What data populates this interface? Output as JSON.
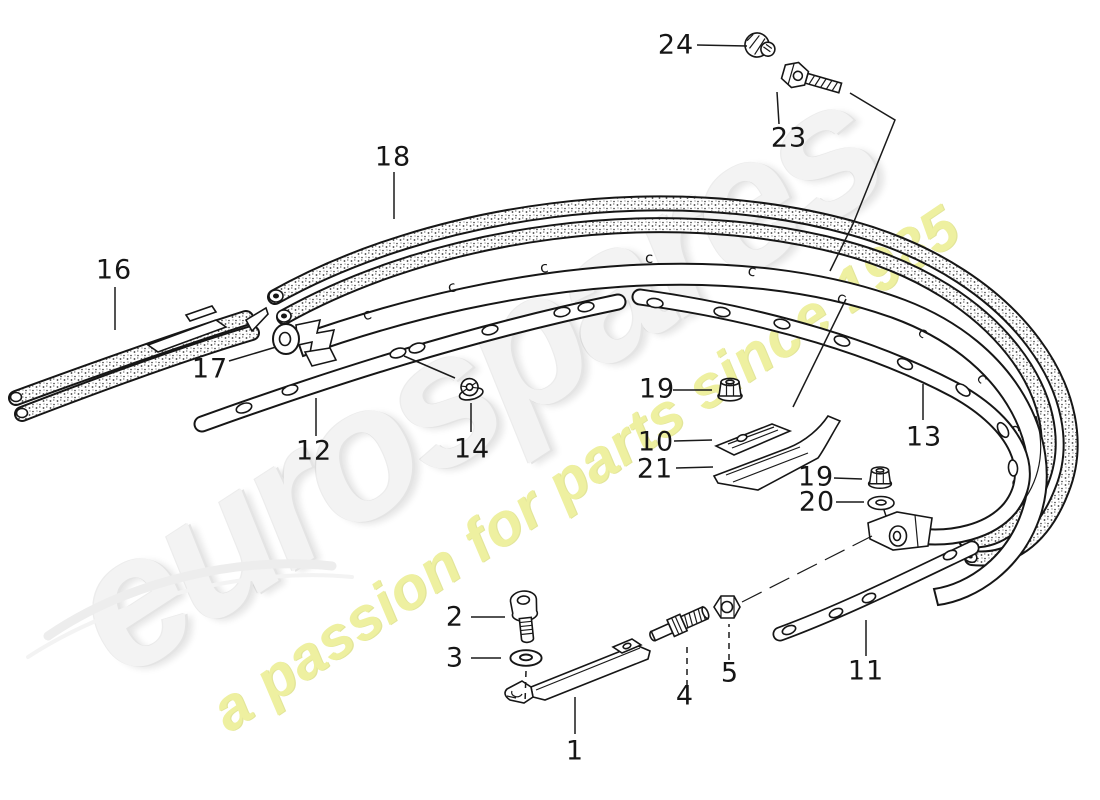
{
  "watermark": {
    "brand": "eurospares",
    "tagline": "a passion for parts since 1985",
    "brand_color": "#f3f3f3",
    "tagline_color": "#eef0a0"
  },
  "diagram": {
    "background": "#ffffff",
    "line_color": "#1a1a1a",
    "rail_mark": "c",
    "callouts": [
      {
        "label": "24"
      },
      {
        "label": "23"
      },
      {
        "label": "18"
      },
      {
        "label": "16"
      },
      {
        "label": "17"
      },
      {
        "label": "12"
      },
      {
        "label": "14"
      },
      {
        "label": "19"
      },
      {
        "label": "10"
      },
      {
        "label": "21"
      },
      {
        "label": "13"
      },
      {
        "label": "19"
      },
      {
        "label": "20"
      },
      {
        "label": "2"
      },
      {
        "label": "3"
      },
      {
        "label": "1"
      },
      {
        "label": "4"
      },
      {
        "label": "5"
      },
      {
        "label": "11"
      }
    ]
  }
}
